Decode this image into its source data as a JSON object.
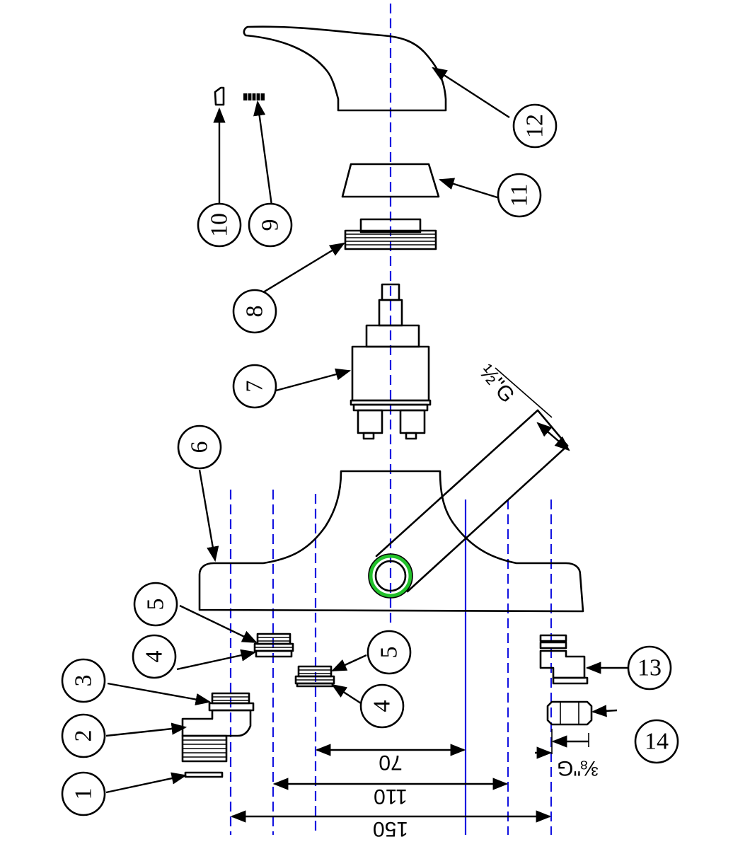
{
  "colors": {
    "centerline": "#1515e0",
    "outline": "#000000",
    "o_ring": "#22c02a",
    "background": "#ffffff"
  },
  "callouts": {
    "c1": "1",
    "c2": "2",
    "c3": "3",
    "c4a": "4",
    "c4b": "4",
    "c5a": "5",
    "c5b": "5",
    "c6": "6",
    "c7": "7",
    "c8": "8",
    "c9": "9",
    "c10": "10",
    "c11": "11",
    "c12": "12",
    "c13": "13",
    "c14": "14"
  },
  "dimensions": {
    "d70": "70",
    "d110": "110",
    "d150": "150",
    "spout_thread": "½\"G",
    "fitting_thread": "⅜\"G"
  }
}
